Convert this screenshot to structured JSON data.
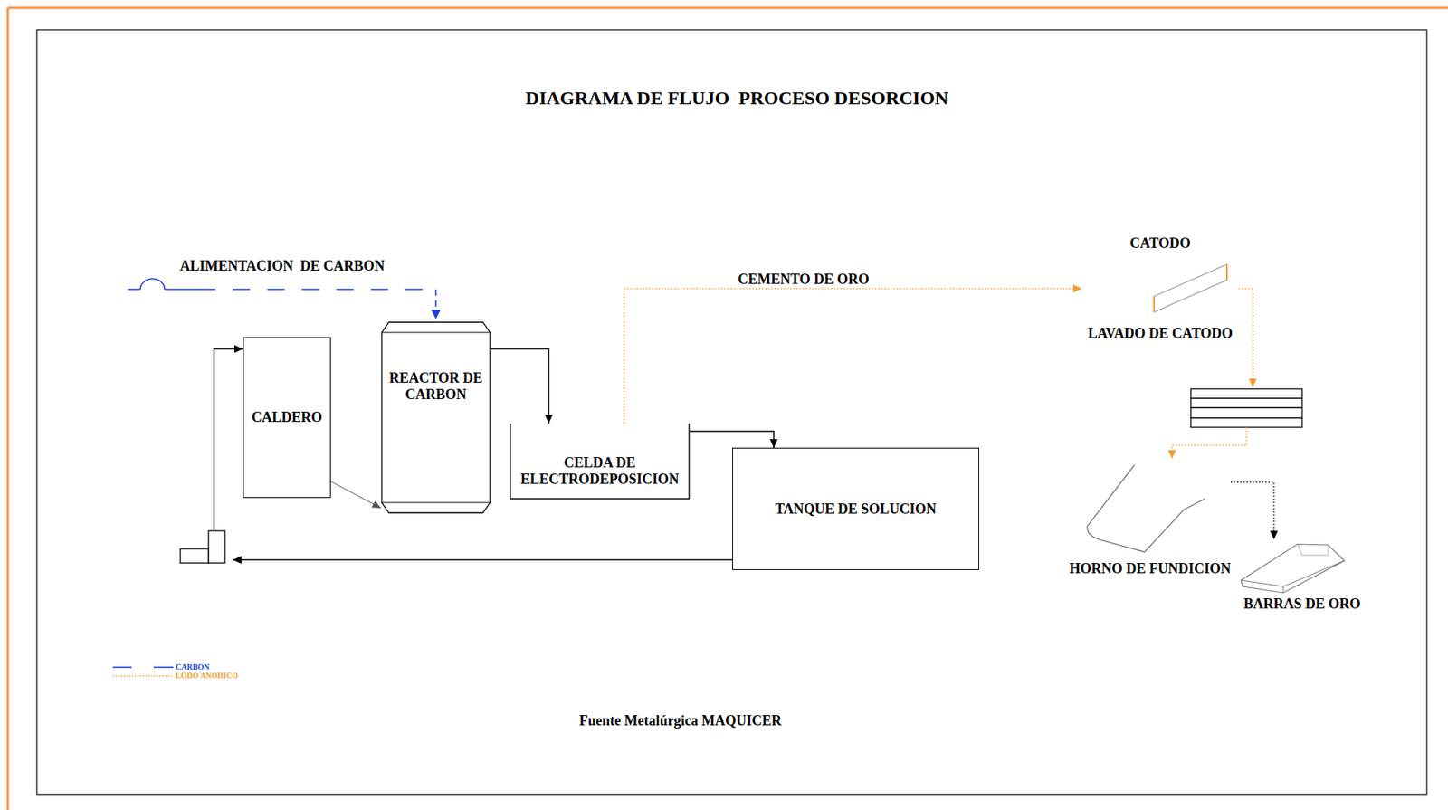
{
  "diagram": {
    "title": "DIAGRAMA DE FLUJO  PROCESO DESORCION",
    "caption": "Fuente Metalúrgica MAQUICER",
    "nodes": [
      {
        "text": [
          "CALDERO"
        ]
      },
      {
        "text": [
          "REACTOR DE CARBON"
        ]
      },
      {
        "text": [
          "CELDA DE ELECTRODEPOSICION"
        ]
      },
      {
        "text": [
          "TANQUE DE SOLUCION"
        ]
      },
      {
        "text": [
          "CATODO",
          "LAVADO DE CATODO"
        ]
      },
      {
        "text": [
          "HORNO DE FUNDICION"
        ]
      },
      {
        "text": [
          "BARRAS DE ORO"
        ]
      }
    ],
    "edges": [
      {
        "from": 1,
        "to": 2,
        "arrow": "to"
      },
      {
        "from": 2,
        "to": 3,
        "arrow": "to"
      },
      {
        "from": 3,
        "to": 0,
        "arrow": "to"
      },
      {
        "from": 0,
        "to": 1,
        "arrow": "to"
      },
      {
        "from": 2,
        "to": 4,
        "label": "CEMENTO DE ORO",
        "arrow": "to"
      },
      {
        "from": 4,
        "to": 5,
        "arrow": "to"
      },
      {
        "from": 5,
        "to": 6,
        "arrow": "to"
      }
    ],
    "labels": [
      "ALIMENTACION  DE CARBON"
    ],
    "legend": [
      {
        "text": "CARBON"
      },
      {
        "text": "LODO ANODICO"
      }
    ]
  }
}
